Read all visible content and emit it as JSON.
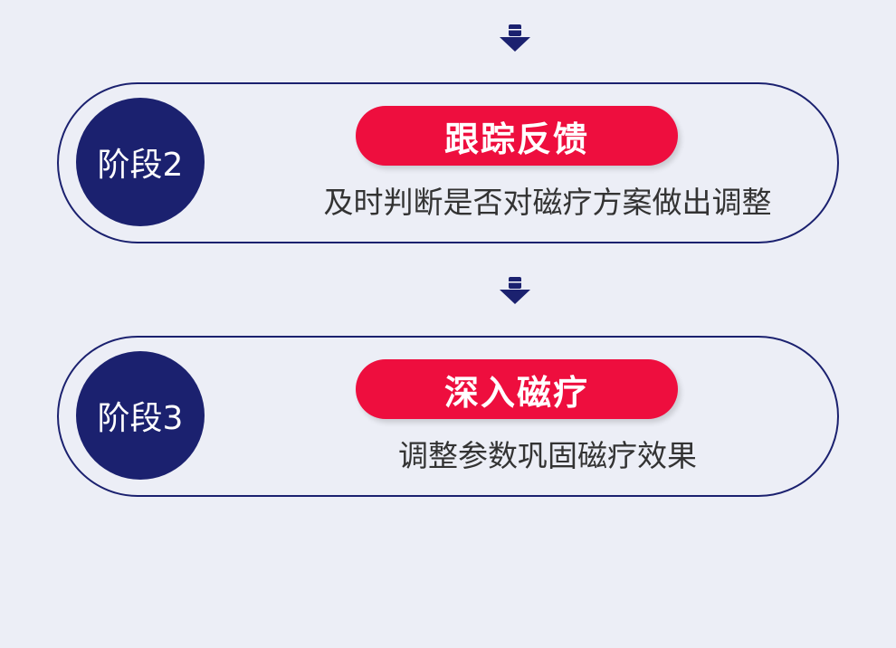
{
  "stages": [
    {
      "badge": "阶段2",
      "title": "跟踪反馈",
      "desc": "及时判断是否对磁疗方案做出调整"
    },
    {
      "badge": "阶段3",
      "title": "深入磁疗",
      "desc": "调整参数巩固磁疗效果"
    }
  ],
  "colors": {
    "navy": "#1b216f",
    "red": "#ee0e3e",
    "background": "#eceef6"
  }
}
